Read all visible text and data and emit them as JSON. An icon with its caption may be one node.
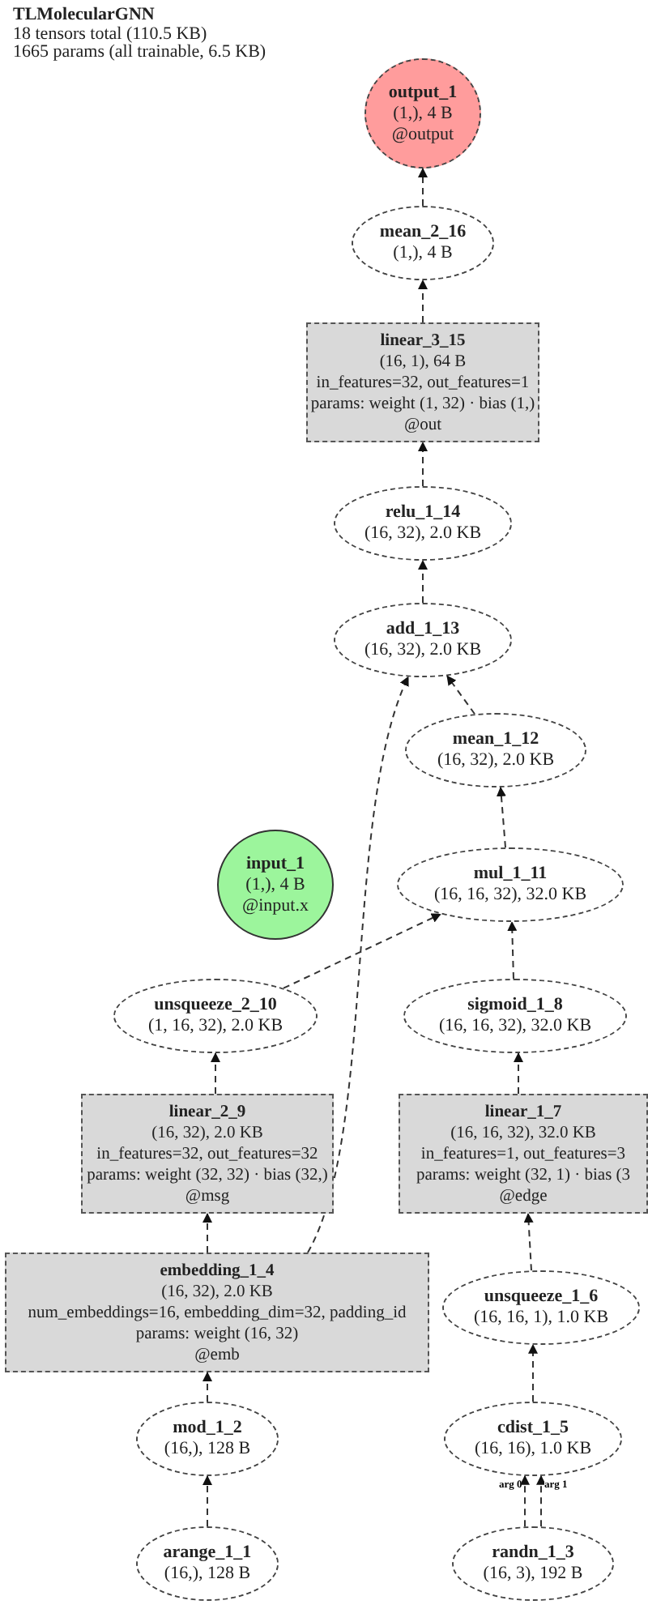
{
  "diagram": {
    "title": "TLMolecularGNN",
    "nodes": [
      {
        "text": [
          "output_1",
          "(1,), 4 B",
          "@output"
        ]
      },
      {
        "text": [
          "mean_2_16",
          "(1,), 4 B"
        ]
      },
      {
        "text": [
          "linear_3_15",
          "(16, 1), 64 B",
          "in_features=32, out_features=1",
          "params: weight (1, 32) · bias (1,)",
          "@out"
        ]
      },
      {
        "text": [
          "relu_1_14",
          "(16, 32), 2.0 KB"
        ]
      },
      {
        "text": [
          "add_1_13",
          "(16, 32), 2.0 KB"
        ]
      },
      {
        "text": [
          "mean_1_12",
          "(16, 32), 2.0 KB"
        ]
      },
      {
        "text": [
          "input_1",
          "(1,), 4 B",
          "@input.x"
        ]
      },
      {
        "text": [
          "mul_1_11",
          "(16, 16, 32), 32.0 KB"
        ]
      },
      {
        "text": [
          "unsqueeze_2_10",
          "(1, 16, 32), 2.0 KB"
        ]
      },
      {
        "text": [
          "sigmoid_1_8",
          "(16, 16, 32), 32.0 KB"
        ]
      },
      {
        "text": [
          "linear_2_9",
          "(16, 32), 2.0 KB",
          "in_features=32, out_features=32",
          "params: weight (32, 32) · bias (32,)",
          "@msg"
        ]
      },
      {
        "text": [
          "linear_1_7",
          "(16, 16, 32), 32.0 KB",
          "in_features=1, out_features=3",
          "params: weight (32, 1) · bias (3",
          "@edge"
        ]
      },
      {
        "text": [
          "embedding_1_4",
          "(16, 32), 2.0 KB",
          "num_embeddings=16, embedding_dim=32, padding_id",
          "params: weight (16, 32)",
          "@emb"
        ]
      },
      {
        "text": [
          "unsqueeze_1_6",
          "(16, 16, 1), 1.0 KB"
        ]
      },
      {
        "text": [
          "mod_1_2",
          "(16,), 128 B"
        ]
      },
      {
        "text": [
          "cdist_1_5",
          "(16, 16), 1.0 KB"
        ]
      },
      {
        "text": [
          "arange_1_1",
          "(16,), 128 B"
        ]
      },
      {
        "text": [
          "randn_1_3",
          "(16, 3), 192 B"
        ]
      }
    ],
    "edges": [
      {
        "from": 1,
        "to": 0,
        "arrow": "to"
      },
      {
        "from": 2,
        "to": 1,
        "arrow": "to"
      },
      {
        "from": 3,
        "to": 2,
        "arrow": "to"
      },
      {
        "from": 4,
        "to": 3,
        "arrow": "to"
      },
      {
        "from": 12,
        "to": 4,
        "arrow": "to"
      },
      {
        "from": 5,
        "to": 4,
        "arrow": "to"
      },
      {
        "from": 7,
        "to": 5,
        "arrow": "to"
      },
      {
        "from": 8,
        "to": 7,
        "arrow": "to"
      },
      {
        "from": 9,
        "to": 7,
        "arrow": "to"
      },
      {
        "from": 10,
        "to": 8,
        "arrow": "to"
      },
      {
        "from": 11,
        "to": 9,
        "arrow": "to"
      },
      {
        "from": 12,
        "to": 10,
        "arrow": "to"
      },
      {
        "from": 13,
        "to": 11,
        "arrow": "to"
      },
      {
        "from": 15,
        "to": 13,
        "arrow": "to"
      },
      {
        "from": 14,
        "to": 12,
        "arrow": "to"
      },
      {
        "from": 16,
        "to": 14,
        "arrow": "to"
      },
      {
        "from": 17,
        "to": 15,
        "arrow": "to",
        "label": "arg 0"
      },
      {
        "from": 17,
        "to": 15,
        "arrow": "to",
        "label": "arg 1"
      }
    ],
    "labels": [
      "18 tensors total (110.5 KB)",
      "1665 params (all trainable, 6.5 KB)"
    ]
  }
}
